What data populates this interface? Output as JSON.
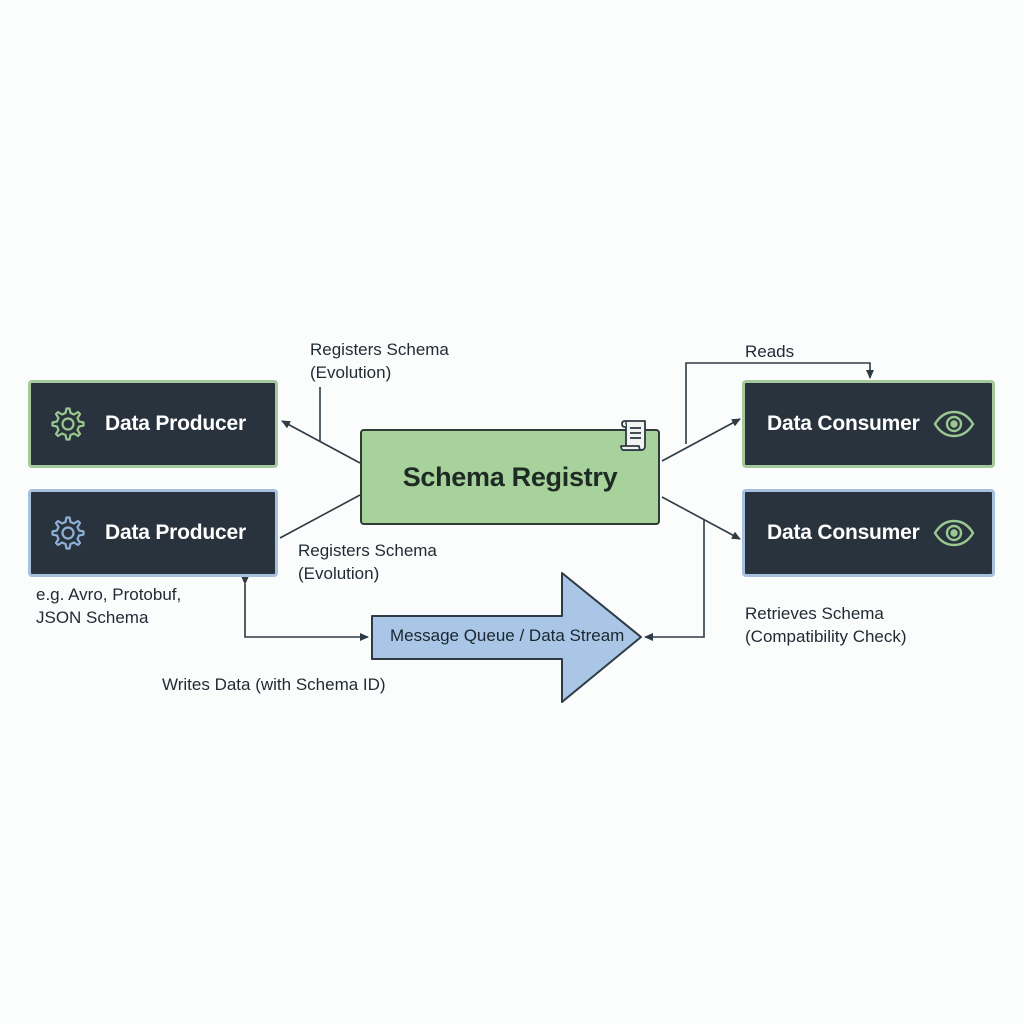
{
  "registry": {
    "label": "Schema Registry",
    "icon": "scroll-document-icon"
  },
  "producers": [
    {
      "label": "Data Producer",
      "icon": "gear-icon"
    },
    {
      "label": "Data Producer",
      "icon": "gear-icon"
    }
  ],
  "consumers": [
    {
      "label": "Data Consumer",
      "icon": "eye-icon"
    },
    {
      "label": "Data Consumer",
      "icon": "eye-icon"
    }
  ],
  "queue": {
    "label": "Message Queue / Data Stream"
  },
  "annotations": {
    "registers_top": [
      "Registers Schema",
      "(Evolution)"
    ],
    "registers_bottom": [
      "Registers Schema",
      "(Evolution)"
    ],
    "reads": "Reads",
    "formats": [
      "e.g. Avro, Protobuf,",
      "JSON Schema"
    ],
    "writes_data": "Writes Data (with Schema ID)",
    "retrieves": [
      "Retrieves Schema",
      "(Compatibility Check)"
    ]
  },
  "colors": {
    "registry_fill": "#a8d29c",
    "node_fill": "#29333d",
    "producer_top_outline": "#a6c99c",
    "producer_bottom_outline": "#a7c0de",
    "queue_fill": "#a9c6e6",
    "connector": "#2e3a44"
  }
}
